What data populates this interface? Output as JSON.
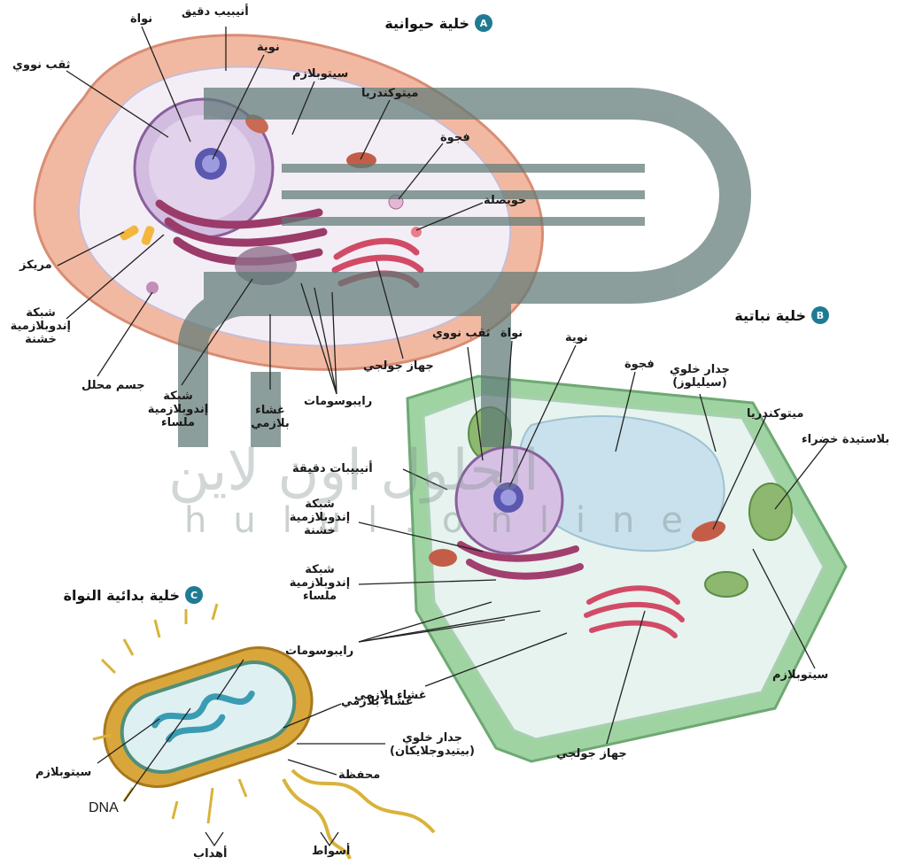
{
  "animal_cell": {
    "badge": "A",
    "title": "خلية حيوانية",
    "labels": {
      "microtubule": "أنيبيب دقيق",
      "nucleus": "نواة",
      "nucleolus": "نوية",
      "nuclear_pore": "ثقب نووي",
      "cytoplasm": "سيتوبلازم",
      "mitochondria": "ميتوكندريا",
      "vacuole": "فجوة",
      "vesicle": "حويصلة",
      "centriole": "مريكز",
      "rough_er": "شبكة إندوبلازمية خشنة",
      "lysosome": "جسم محلل",
      "smooth_er": "شبكة إندوبلازمية ملساء",
      "plasma_membrane": "غشاء بلازمي",
      "ribosomes": "رايبوسومات",
      "golgi": "جهاز جولجي"
    }
  },
  "plant_cell": {
    "badge": "B",
    "title": "خلية نباتية",
    "labels": {
      "nuclear_pore": "ثقب نووي",
      "nucleus": "نواة",
      "nucleolus": "نوية",
      "vacuole": "فجوة",
      "cell_wall": "جدار خلوي (سيليلوز)",
      "mitochondria": "ميتوكندريا",
      "chloroplast": "بلاستيدة خضراء",
      "microtubules": "أنيبيبات دقيقة",
      "rough_er": "شبكة إندوبلازمية خشنة",
      "smooth_er": "شبكة إندوبلازمية ملساء",
      "ribosomes": "رايبوسومات",
      "plasma_membrane": "غشاء بلازمي",
      "cytoplasm": "سيتوبلازم",
      "golgi": "جهاز جولجي"
    }
  },
  "prokaryotic_cell": {
    "badge": "C",
    "title": "خلية بدائية النواة",
    "labels": {
      "plasma_membrane": "غشاء بلازمي",
      "cell_wall": "جدار خلوي (بيتيدوجلايكان)",
      "capsule": "محفظة",
      "cytoplasm": "سيتوبلازم",
      "dna": "DNA",
      "pili": "أهداب",
      "flagella": "أسواط"
    }
  },
  "watermark": {
    "arabic": "الحلول اون لاين",
    "latin": "hulul.online"
  }
}
